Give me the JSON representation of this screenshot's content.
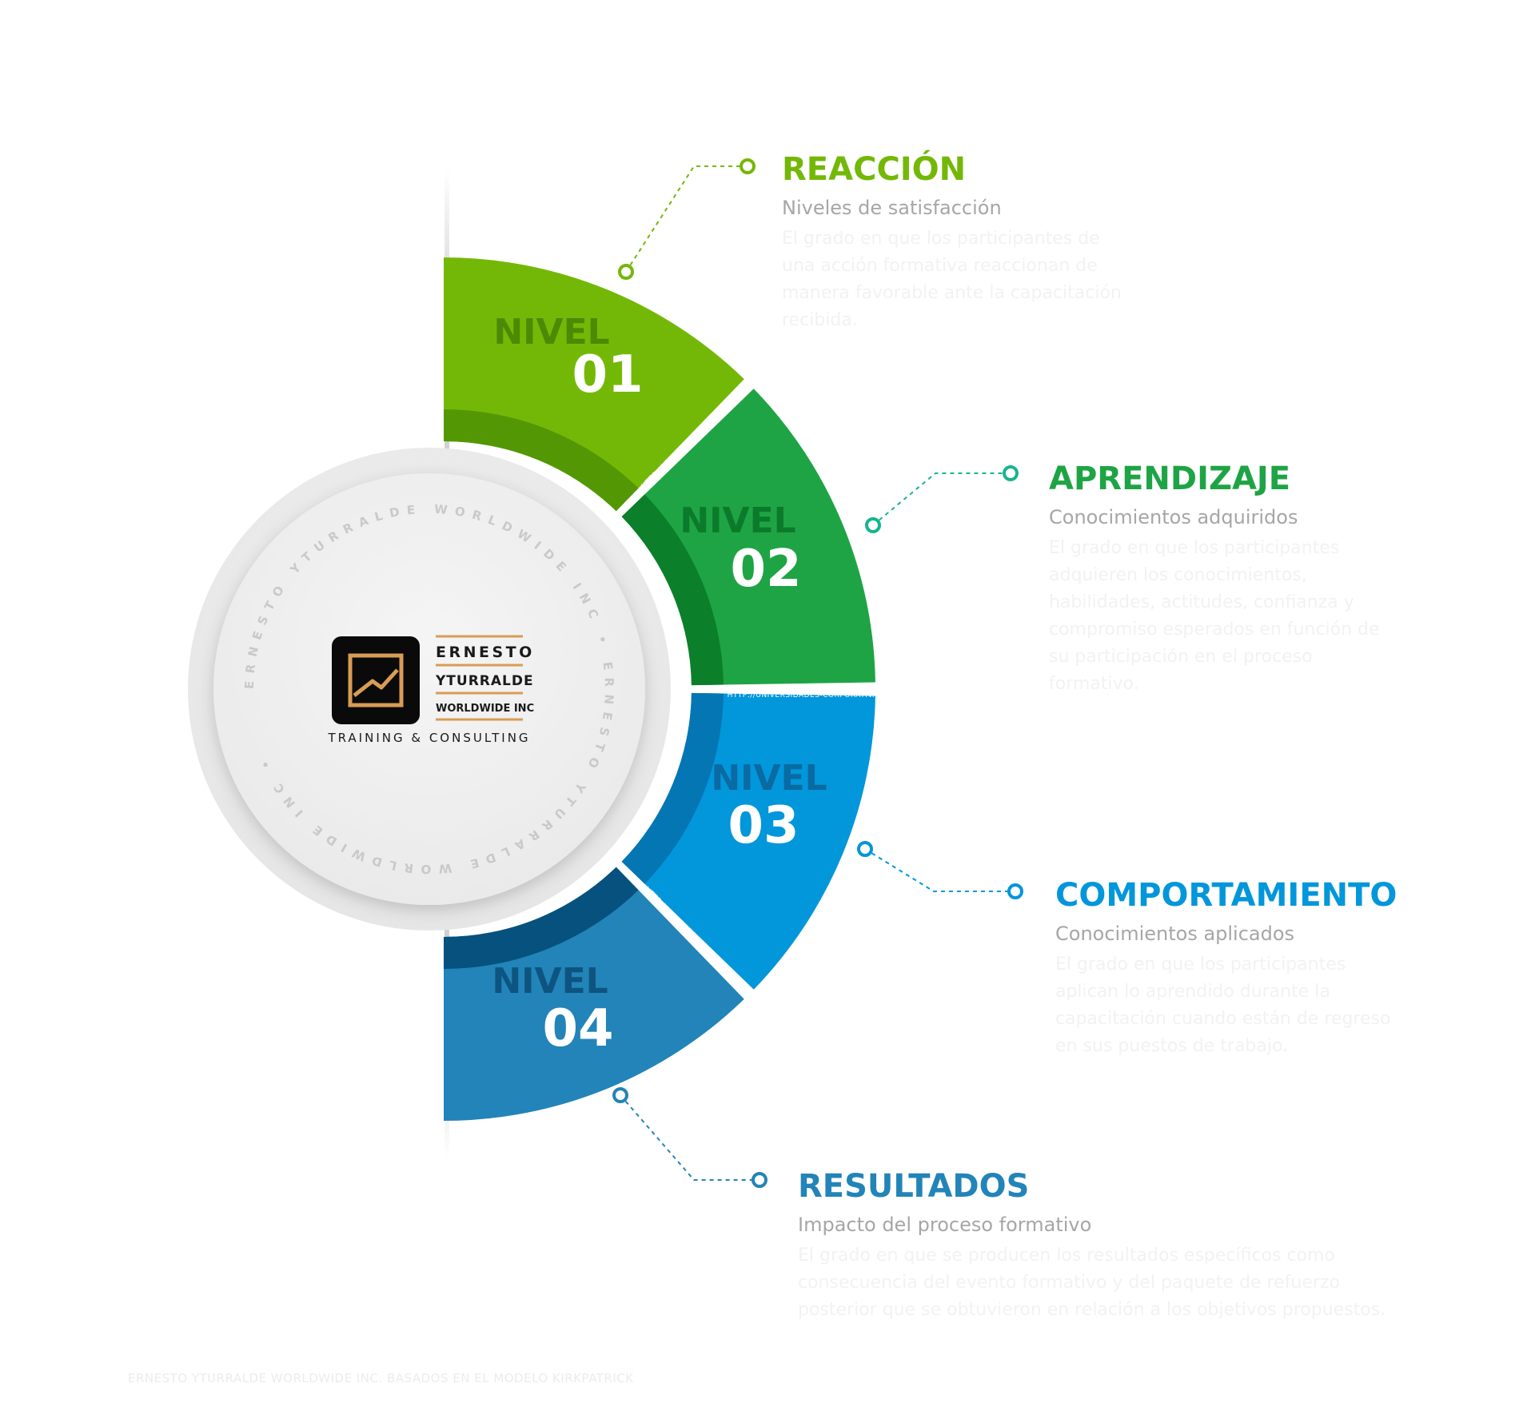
{
  "center": {
    "logo_lines": [
      "ERNESTO",
      "YTURRALDE",
      "WORLDWIDE INC"
    ],
    "tagline": "TRAINING & CONSULTING",
    "ring_text": "ERNESTO YTURRALDE WORLDWIDE INC • ERNESTO YTURRALDE WORLDWIDE INC •"
  },
  "segment_url": "HTTP://UNIVERSIDADES-CORPORATIVAS.COM",
  "levels": [
    {
      "word": "NIVEL",
      "number": "01",
      "color": "#74b807",
      "dark": "#549705",
      "label_color": "#4b8a04",
      "title": "REACCIÓN",
      "subtitle": "Niveles de satisfacción",
      "description": "El grado en que los participantes de una acción formativa reaccionan de manera favorable ante la capacitación recibida."
    },
    {
      "word": "NIVEL",
      "number": "02",
      "color": "#1ea444",
      "dark": "#0b7f2a",
      "label_color": "#0c7a2b",
      "title": "APRENDIZAJE",
      "subtitle": "Conocimientos adquiridos",
      "description": "El grado en que los participantes adquieren los conocimientos, habilidades, actitudes, confianza y compromiso esperados en función de su participación en el proceso formativo."
    },
    {
      "word": "NIVEL",
      "number": "03",
      "color": "#0296db",
      "dark": "#0476b3",
      "label_color": "#0a6aa2",
      "title": "COMPORTAMIENTO",
      "subtitle": "Conocimientos aplicados",
      "description": "El grado en que los participantes aplican lo aprendido durante la capacitación cuando están de regreso en sus puestos de trabajo."
    },
    {
      "word": "NIVEL",
      "number": "04",
      "color": "#2284b8",
      "dark": "#06517d",
      "label_color": "#0e5480",
      "title": "RESULTADOS",
      "subtitle": "Impacto del proceso formativo",
      "description": "El grado en que se producen los resultados específicos como consecuencia del evento formativo y del paquete de refuerzo posterior que se obtuvieron en relación a los objetivos propuestos."
    }
  ],
  "title_colors": [
    "#74b807",
    "#1ea444",
    "#0296db",
    "#2284b8"
  ],
  "connector_colors": [
    "#74b807",
    "#17b58f",
    "#0296db",
    "#2284b8"
  ],
  "footer": "ERNESTO YTURRALDE WORLDWIDE INC. BASADOS EN EL MODELO KIRKPATRICK"
}
